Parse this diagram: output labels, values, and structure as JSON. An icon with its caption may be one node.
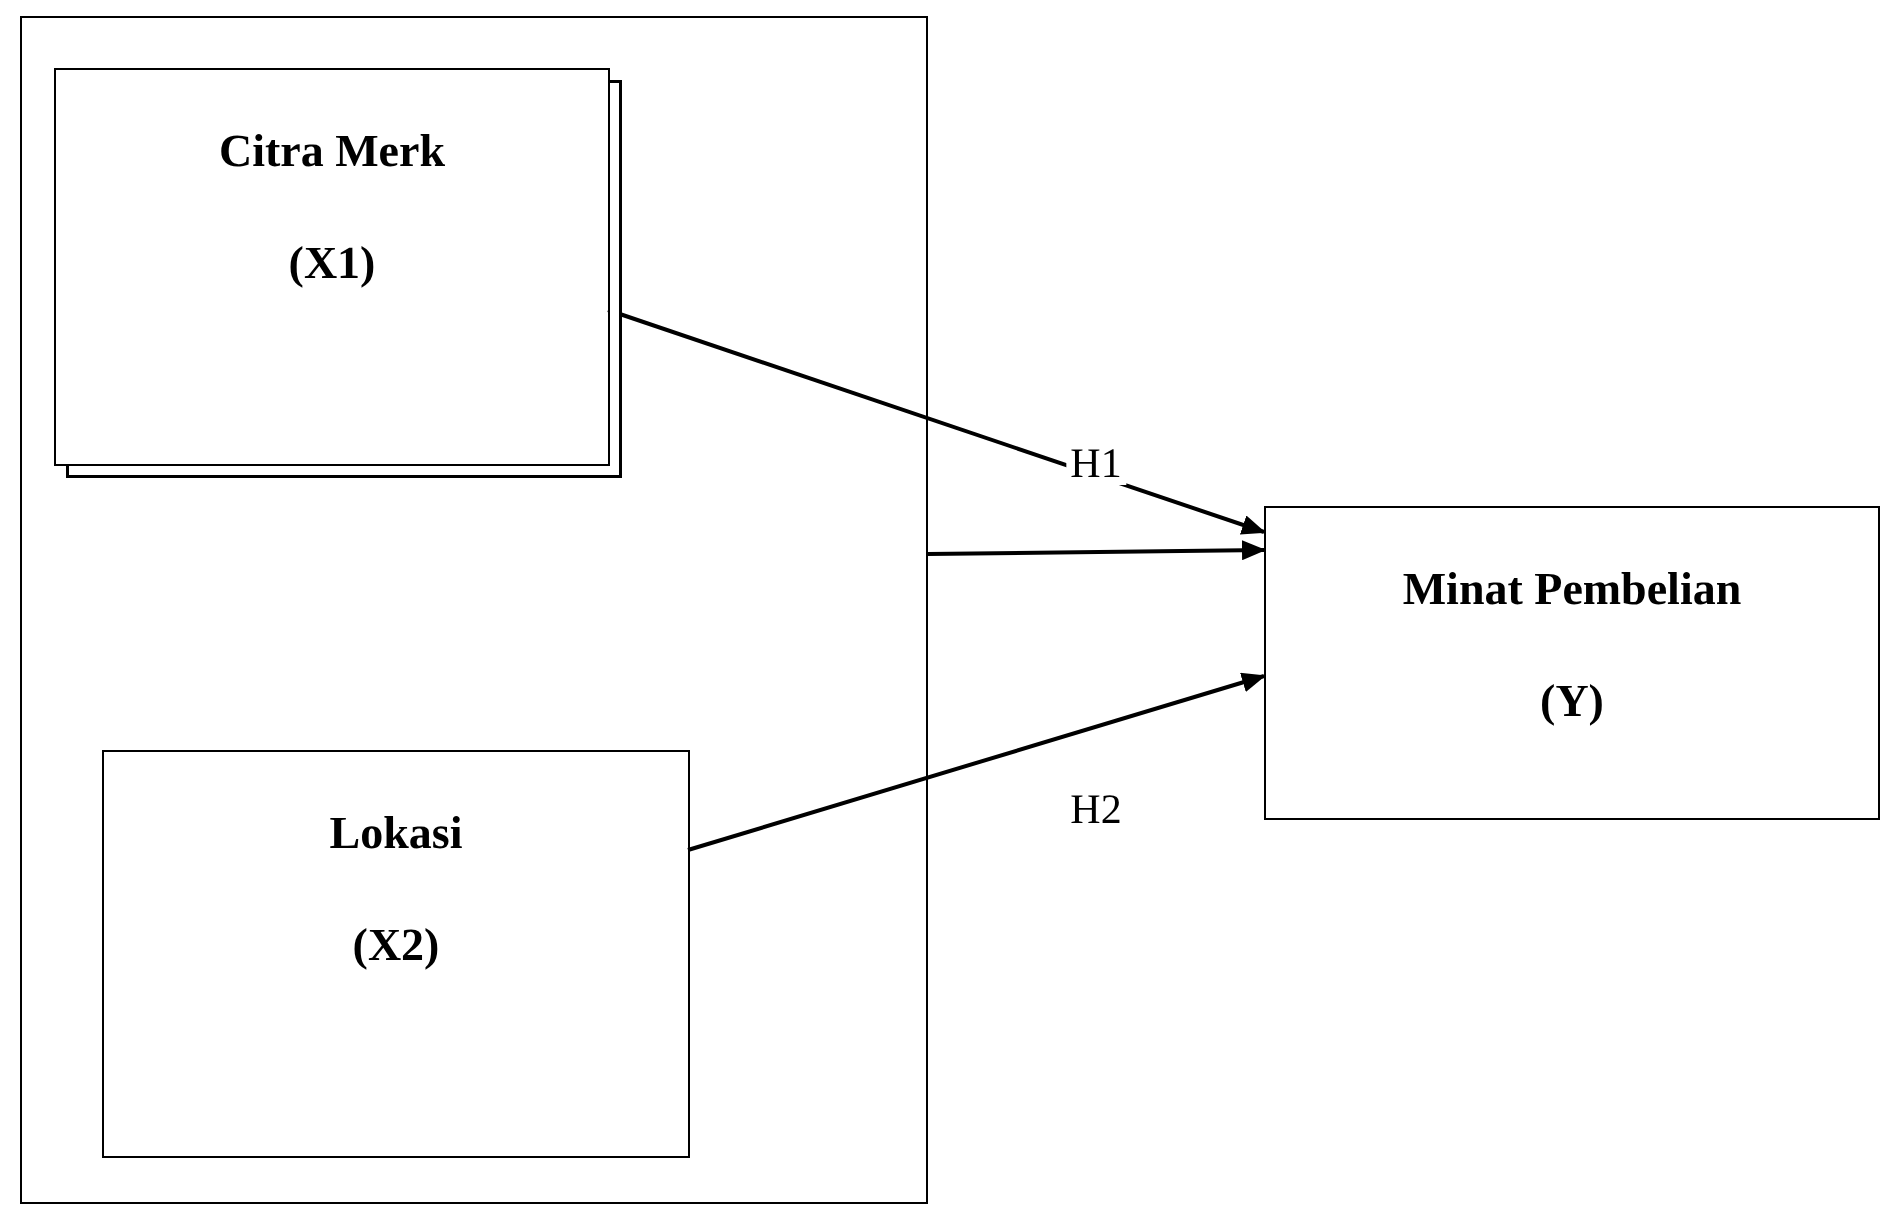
{
  "diagram": {
    "nodes": [
      {
        "text": [],
        "shape": "box"
      },
      {
        "text": [
          "Citra Merk",
          "(X1)"
        ],
        "in": 0
      },
      {
        "text": [
          "Lokasi",
          "(X2)"
        ],
        "in": 0
      },
      {
        "text": [
          "Minat Pembelian",
          "(Y)"
        ]
      }
    ],
    "edges": [
      {
        "from": 1,
        "to": 3,
        "arrow": "to",
        "label": "H1"
      },
      {
        "from": 0,
        "to": 3,
        "arrow": "to"
      },
      {
        "from": 2,
        "to": 3,
        "arrow": "to",
        "label": "H2"
      }
    ]
  }
}
